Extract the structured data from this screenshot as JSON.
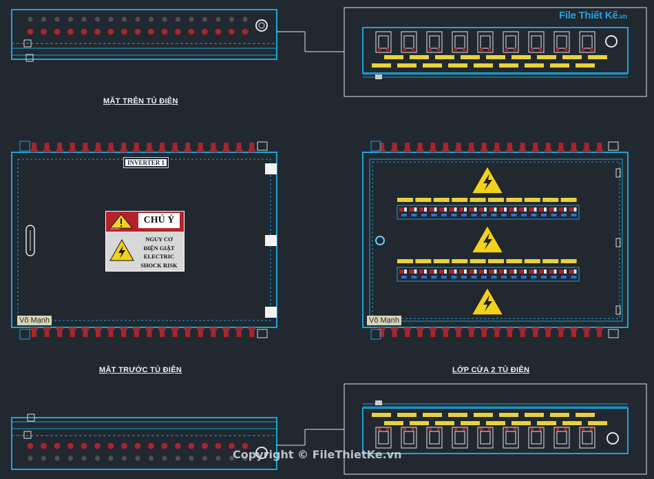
{
  "labels": {
    "top_view": "MẶT TRÊN TỦ ĐIỆN",
    "front_view": "MẶT TRƯỚC TỦ ĐIỆN",
    "door_layer": "LỚP CỬA 2 TỦ ĐIỆN"
  },
  "front_panel": {
    "inverter_label": "INVERTER 1",
    "warning_title": "CHÚ Ý",
    "warning_lines": [
      "NGUY CƠ",
      "ĐIỆN GIẬT",
      "ELECTRIC",
      "SHOCK RISK"
    ],
    "caution_small": "CAUTION",
    "author_tag": "Võ Mạnh"
  },
  "door_panel": {
    "author_tag": "Võ Mạnh"
  },
  "watermark": {
    "logo_main": "File Thiết Kế",
    "logo_suffix": ".vn",
    "copyright": "Copyright © FileThietKe.vn"
  },
  "colors": {
    "background": "#212830",
    "outline": "#1aa6d8",
    "terminal_red": "#a8252d",
    "terminal_grey": "#505050",
    "label_yellow": "#e8d23a",
    "warning_yellow": "#f2d21b"
  }
}
